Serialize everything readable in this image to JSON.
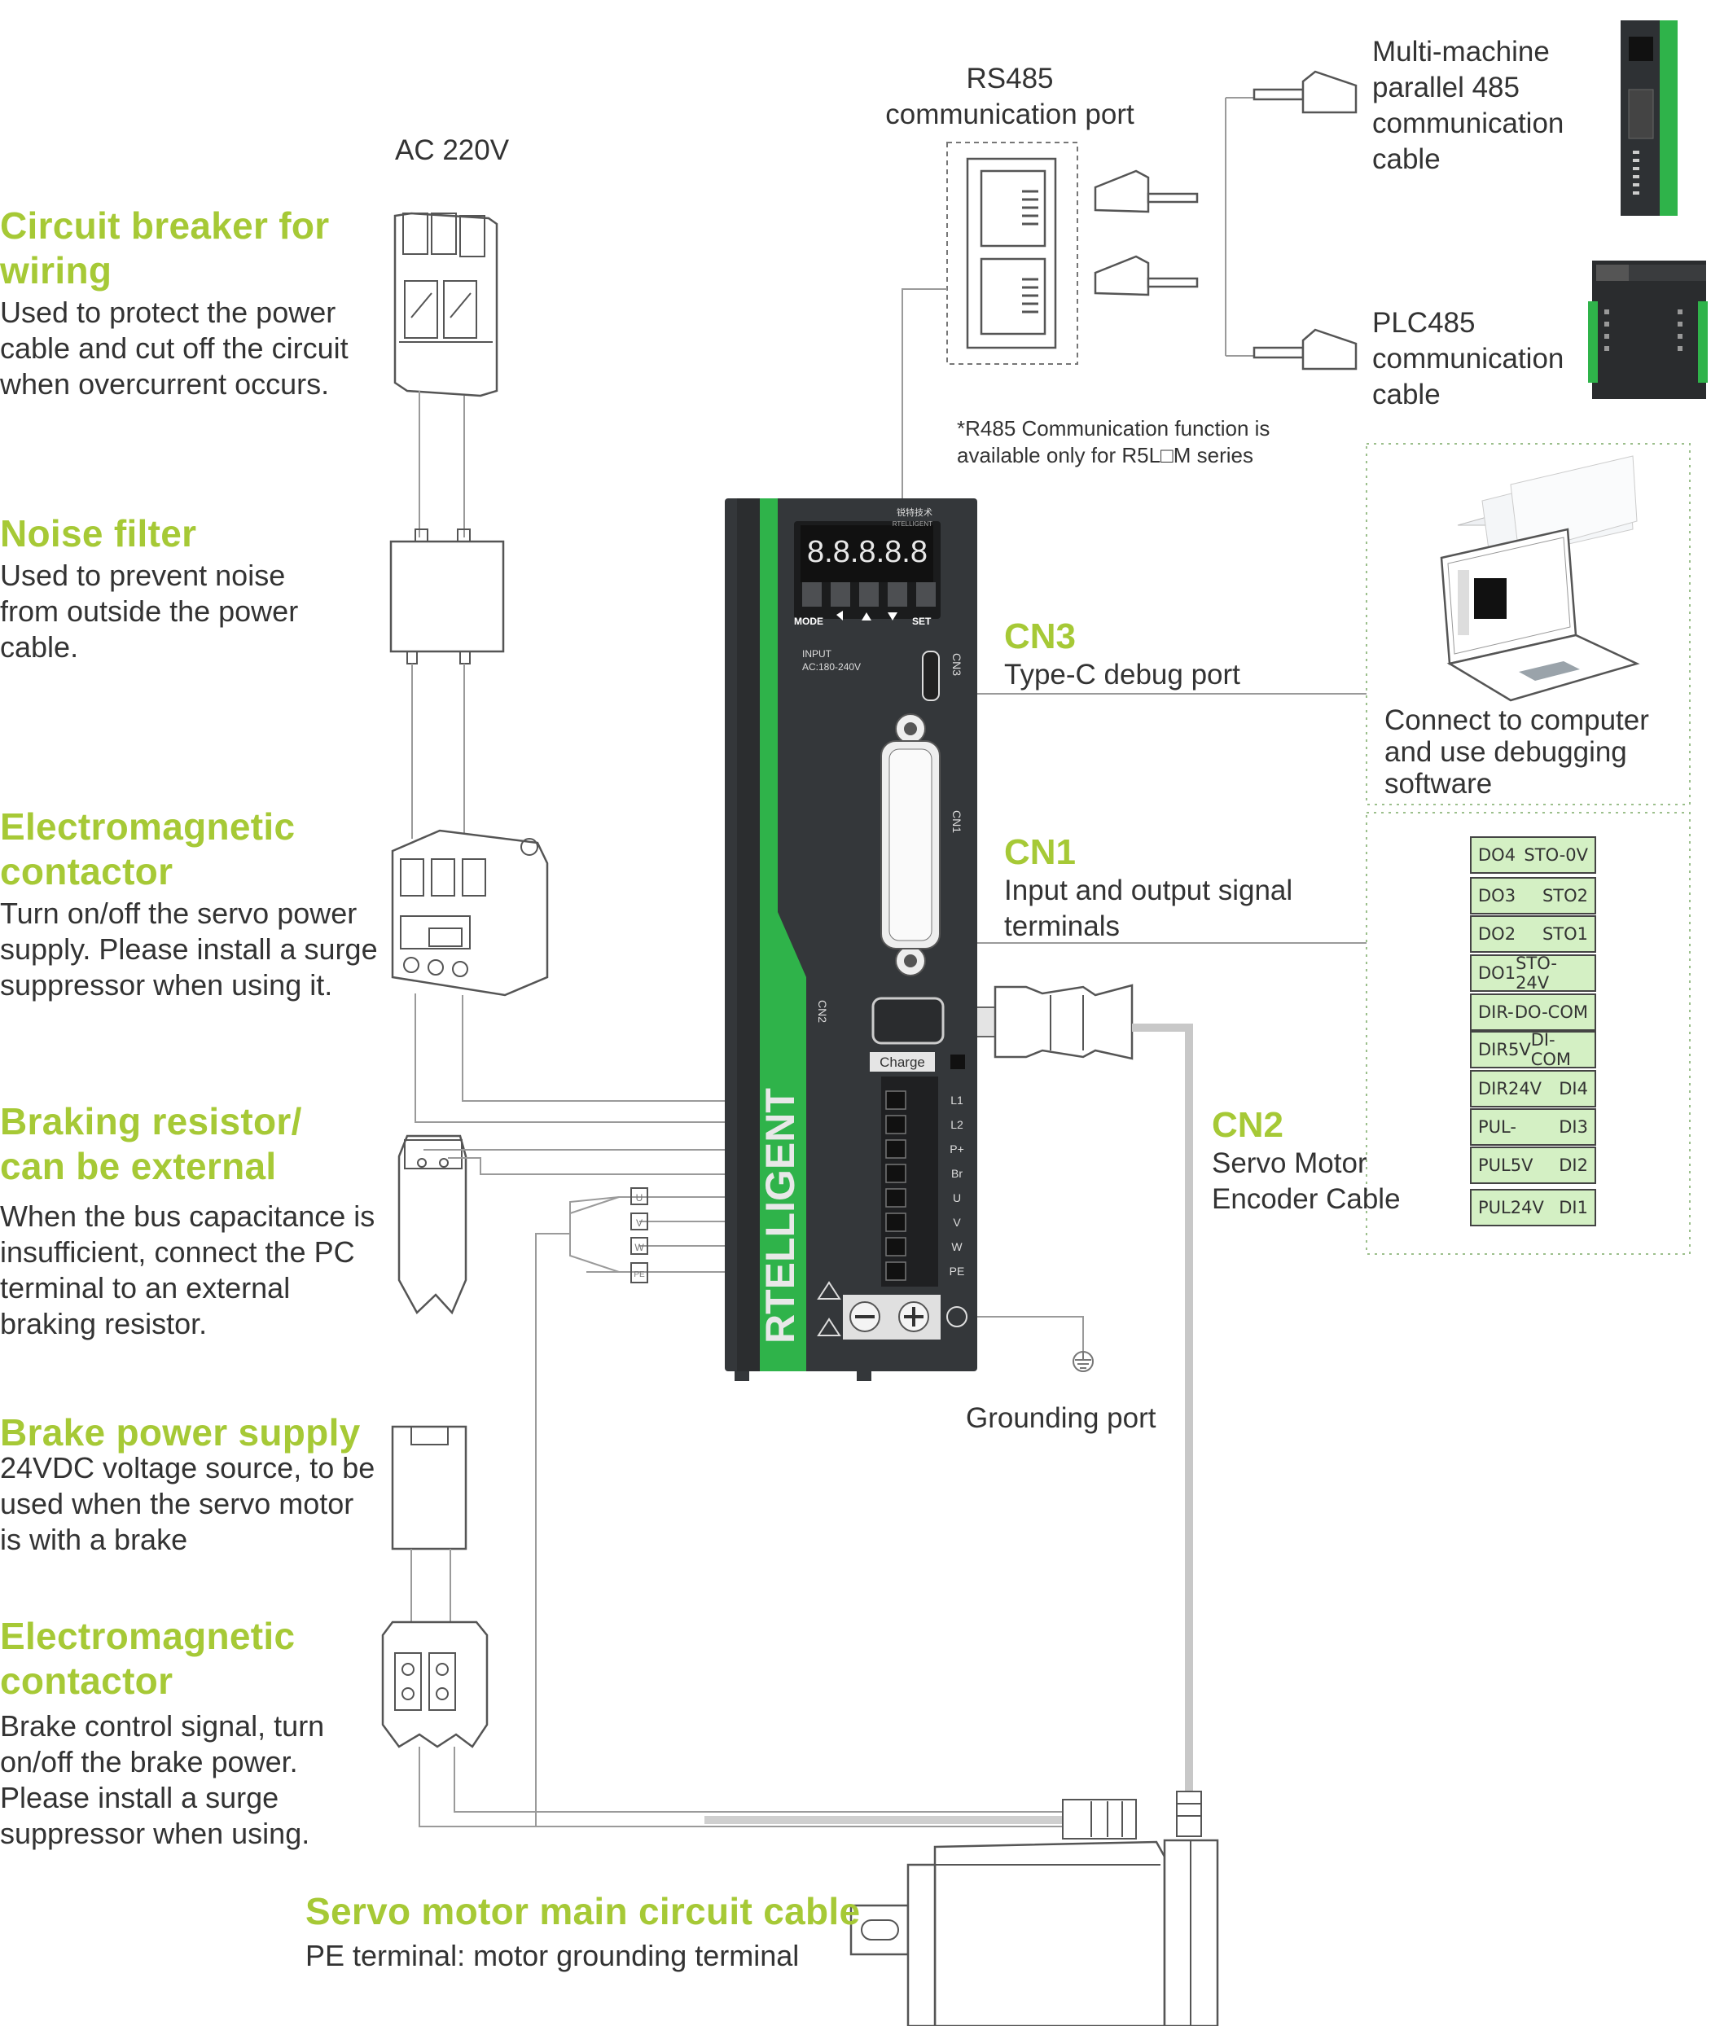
{
  "top_labels": {
    "ac": "AC 220V",
    "rs485_title": "RS485\ncommunication port",
    "multi_machine": "Multi-machine\nparallel 485\ncommunication\ncable",
    "plc485": "PLC485\ncommunication\ncable",
    "r485_note": "*R485 Communication function is\n available only for R5L□M series"
  },
  "components": [
    {
      "title": "Circuit breaker for\nwiring",
      "desc": "Used to protect the power\ncable and cut off the circuit\nwhen overcurrent occurs."
    },
    {
      "title": "Noise filter",
      "desc": "Used to prevent noise\nfrom outside the power\ncable."
    },
    {
      "title": "Electromagnetic\ncontactor",
      "desc": "Turn on/off the servo power\nsupply. Please install a surge\nsuppressor when using it."
    },
    {
      "title": "Braking resistor/\ncan be external",
      "desc": "When the bus capacitance is\ninsufficient, connect the PC\nterminal to an external\nbraking resistor."
    },
    {
      "title": "Brake power supply",
      "desc": "24VDC voltage source, to be\nused when the servo motor\nis with a brake"
    },
    {
      "title": "Electromagnetic\ncontactor",
      "desc": "Brake control signal, turn\non/off the brake power.\nPlease install a surge\nsuppressor when using."
    }
  ],
  "ports": {
    "cn3": {
      "name": "CN3",
      "desc": "Type-C debug port"
    },
    "cn1": {
      "name": "CN1",
      "desc": "Input and output signal\nterminals"
    },
    "cn2": {
      "name": "CN2",
      "desc": "Servo Motor\nEncoder Cable"
    },
    "grounding": "Grounding port",
    "computer": "Connect to computer\nand use debugging\nsoftware"
  },
  "drive": {
    "brand": "RTELLIGENT",
    "logo_text": "锐特技术",
    "logo_sub": "RTELLIGENT",
    "display": "8.8.8.8.8",
    "buttons": [
      "MODE",
      "SET"
    ],
    "input": "INPUT\nAC:180-240V",
    "charge": "Charge",
    "cn3_tag": "CN3",
    "cn1_tag": "CN1",
    "cn2_tag": "CN2",
    "terminals": [
      "L1",
      "L2",
      "P+",
      "Br",
      "U",
      "V",
      "W",
      "PE"
    ]
  },
  "motor_wire_tags": [
    "U",
    "V",
    "W",
    "PE"
  ],
  "io_pins": [
    [
      "DO4",
      "STO-0V"
    ],
    [
      "DO3",
      "STO2"
    ],
    [
      "DO2",
      "STO1"
    ],
    [
      "DO1",
      "STO-24V"
    ],
    [
      "DIR-",
      "DO-COM"
    ],
    [
      "DIR5V",
      "DI-COM"
    ],
    [
      "DIR24V",
      "DI4"
    ],
    [
      "PUL-",
      "DI3"
    ],
    [
      "PUL5V",
      "DI2"
    ],
    [
      "PUL24V",
      "DI1"
    ]
  ],
  "bottom": {
    "title": "Servo motor main circuit cable",
    "desc": "PE terminal: motor grounding terminal"
  },
  "colors": {
    "accent": "#a6c936",
    "drive_body": "#3a3d40",
    "drive_stripe": "#2fb34a",
    "pin_bg": "#d4f0c4"
  }
}
